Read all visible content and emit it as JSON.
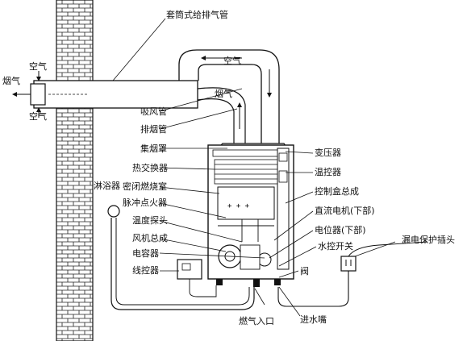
{
  "labels": {
    "sleeve_pipe": "套筒式给排气管",
    "air_top": "空气",
    "air_left_upper": "空气",
    "air_left_lower": "空气",
    "flue_gas_left": "烟气",
    "flue_gas_mid": "烟气",
    "intake_pipe": "吸风管",
    "exhaust_pipe": "排烟管",
    "smoke_hood": "集烟罩",
    "heat_exchanger": "热交换器",
    "sealed_chamber": "密闭燃烧室",
    "pulse_igniter": "脉冲点火器",
    "temp_probe": "温度探头",
    "fan_assembly": "风机总成",
    "capacitor": "电容器",
    "wire_controller": "线控器",
    "shower": "淋浴器",
    "transformer": "变压器",
    "thermostat": "温控器",
    "control_box": "控制盒总成",
    "dc_motor": "直流电机(下部)",
    "potentiometer": "电位器(下部)",
    "water_switch": "水控开关",
    "leakage_plug": "漏电保护插头",
    "valve": "阀",
    "gas_inlet": "燃气入口",
    "water_inlet": "进水嘴"
  }
}
